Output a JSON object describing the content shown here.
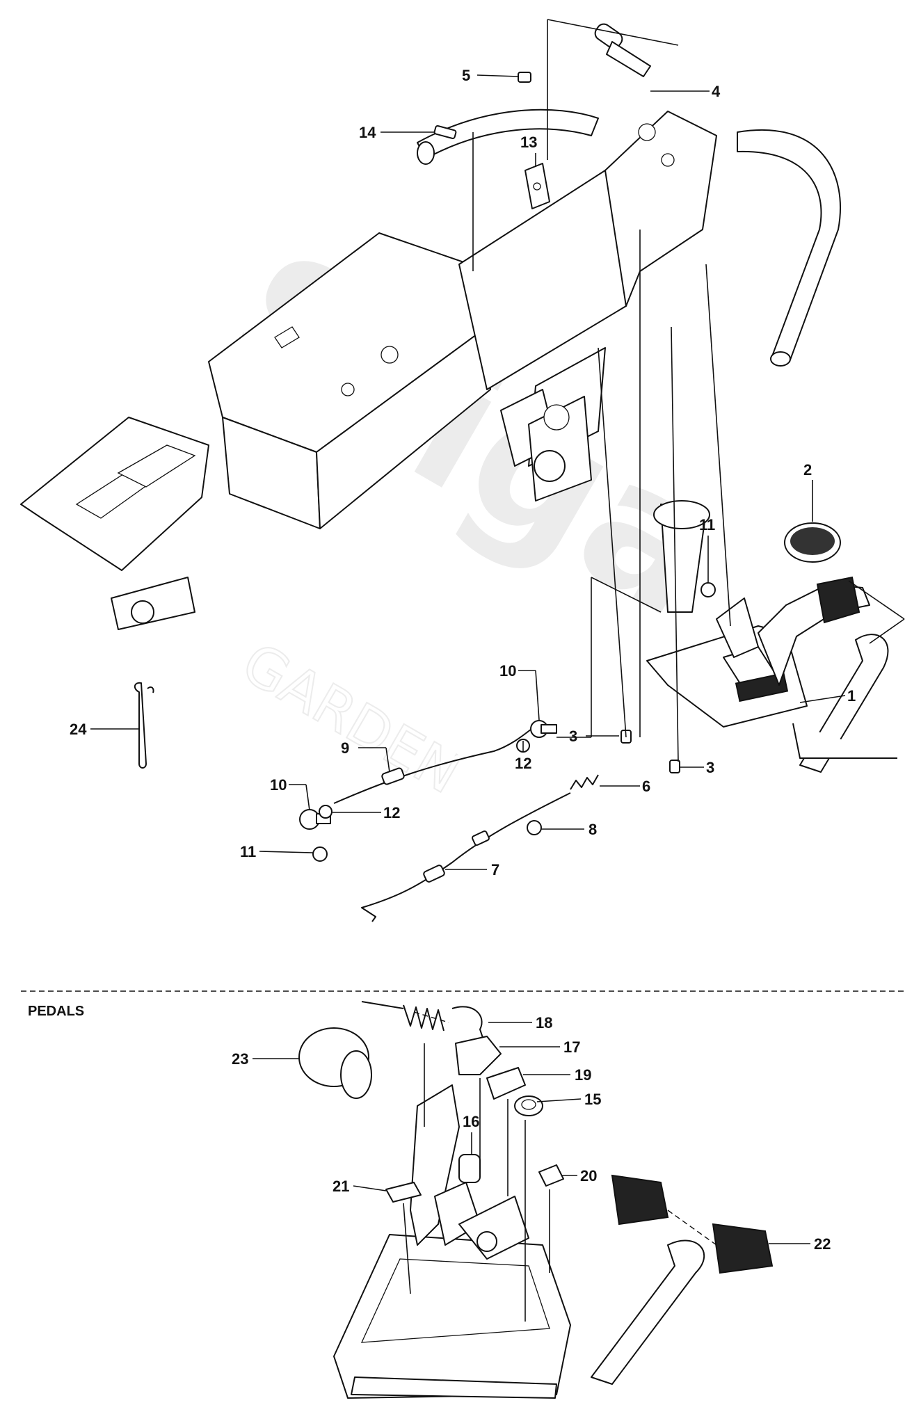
{
  "section_label": "PEDALS",
  "watermark": {
    "brand": "Stiga",
    "tagline": "GARDEN"
  },
  "callouts": {
    "c1": "1",
    "c2": "2",
    "c3a": "3",
    "c3b": "3",
    "c4": "4",
    "c5": "5",
    "c6": "6",
    "c7": "7",
    "c8": "8",
    "c9": "9",
    "c10a": "10",
    "c10b": "10",
    "c11a": "11",
    "c11b": "11",
    "c12a": "12",
    "c12b": "12",
    "c13": "13",
    "c14": "14",
    "c15": "15",
    "c16": "16",
    "c17": "17",
    "c18": "18",
    "c19": "19",
    "c20": "20",
    "c21": "21",
    "c22": "22",
    "c23": "23",
    "c24": "24"
  }
}
